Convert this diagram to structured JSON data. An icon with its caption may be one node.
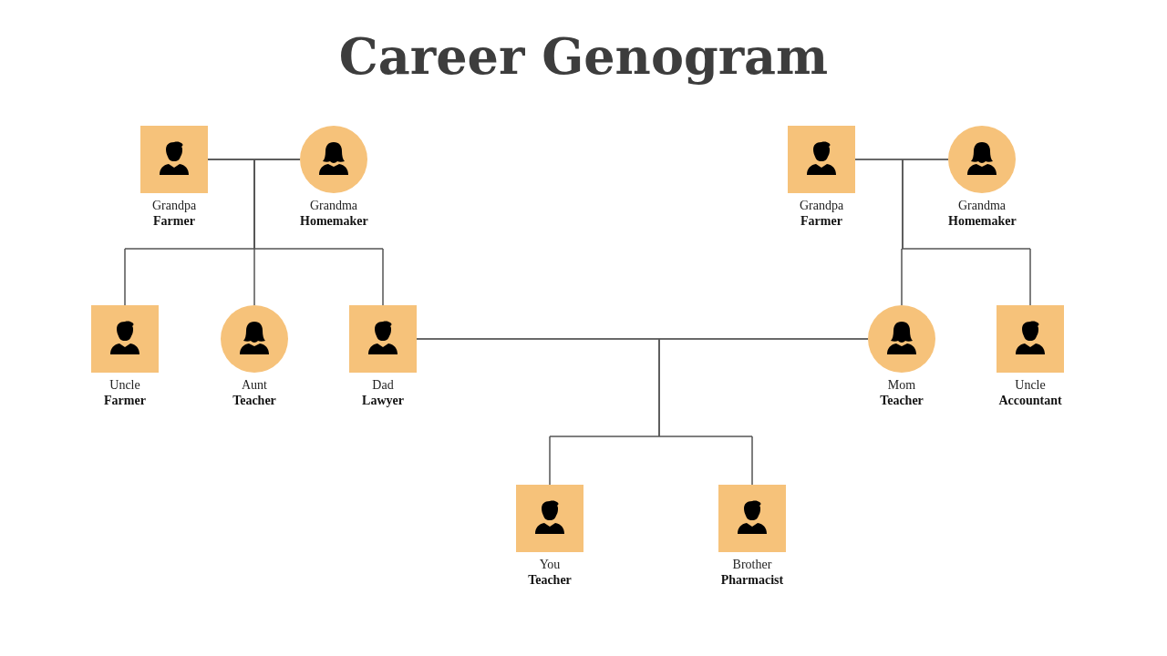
{
  "diagram": {
    "title": "Career Genogram",
    "nodes": [
      {
        "text": [
          "Grandpa",
          "Farmer"
        ]
      },
      {
        "text": [
          "Grandma",
          "Homemaker"
        ]
      },
      {
        "text": [
          "Grandpa",
          "Farmer"
        ]
      },
      {
        "text": [
          "Grandma",
          "Homemaker"
        ]
      },
      {
        "text": [
          "Uncle",
          "Farmer"
        ]
      },
      {
        "text": [
          "Aunt",
          "Teacher"
        ]
      },
      {
        "text": [
          "Dad",
          "Lawyer"
        ]
      },
      {
        "text": [
          "Mom",
          "Teacher"
        ]
      },
      {
        "text": [
          "Uncle",
          "Accountant"
        ]
      },
      {
        "text": [
          "You",
          "Teacher"
        ]
      },
      {
        "text": [
          "Brother",
          "Pharmacist"
        ]
      }
    ],
    "edges": [
      {
        "from": 0,
        "to": 1,
        "arrow": "none"
      },
      {
        "from": 0,
        "to": 4,
        "arrow": "none"
      },
      {
        "from": 1,
        "to": 4,
        "arrow": "none"
      },
      {
        "from": 0,
        "to": 5,
        "arrow": "none"
      },
      {
        "from": 1,
        "to": 5,
        "arrow": "none"
      },
      {
        "from": 0,
        "to": 6,
        "arrow": "none"
      },
      {
        "from": 1,
        "to": 6,
        "arrow": "none"
      },
      {
        "from": 2,
        "to": 3,
        "arrow": "none"
      },
      {
        "from": 2,
        "to": 7,
        "arrow": "none"
      },
      {
        "from": 3,
        "to": 7,
        "arrow": "none"
      },
      {
        "from": 2,
        "to": 8,
        "arrow": "none"
      },
      {
        "from": 3,
        "to": 8,
        "arrow": "none"
      },
      {
        "from": 6,
        "to": 7,
        "arrow": "none"
      },
      {
        "from": 6,
        "to": 9,
        "arrow": "none"
      },
      {
        "from": 7,
        "to": 9,
        "arrow": "none"
      },
      {
        "from": 6,
        "to": 10,
        "arrow": "none"
      },
      {
        "from": 7,
        "to": 10,
        "arrow": "none"
      }
    ]
  }
}
